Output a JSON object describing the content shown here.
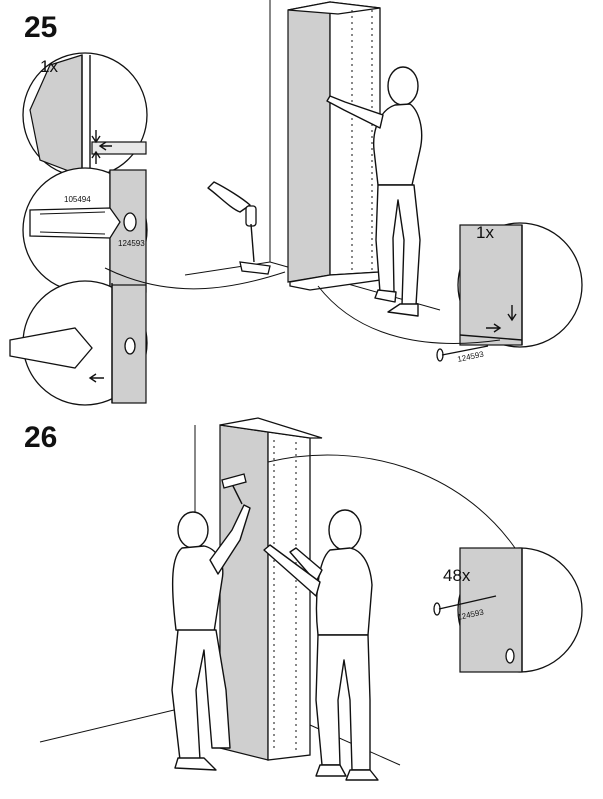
{
  "steps": [
    {
      "number": "25",
      "callouts": [
        {
          "quantity": "1x"
        },
        {
          "part_top": "105494",
          "part_bottom": "124593"
        },
        {},
        {
          "quantity": "1x",
          "part": "124593"
        }
      ]
    },
    {
      "number": "26",
      "callouts": [
        {
          "quantity": "48x",
          "part": "124593"
        }
      ]
    }
  ],
  "colors": {
    "ink": "#111111",
    "panel_gray": "#cfcfcf",
    "background": "#ffffff"
  },
  "icons": [
    "hammer-icon",
    "nail-icon",
    "wall-plug-icon",
    "arrow-icon"
  ]
}
